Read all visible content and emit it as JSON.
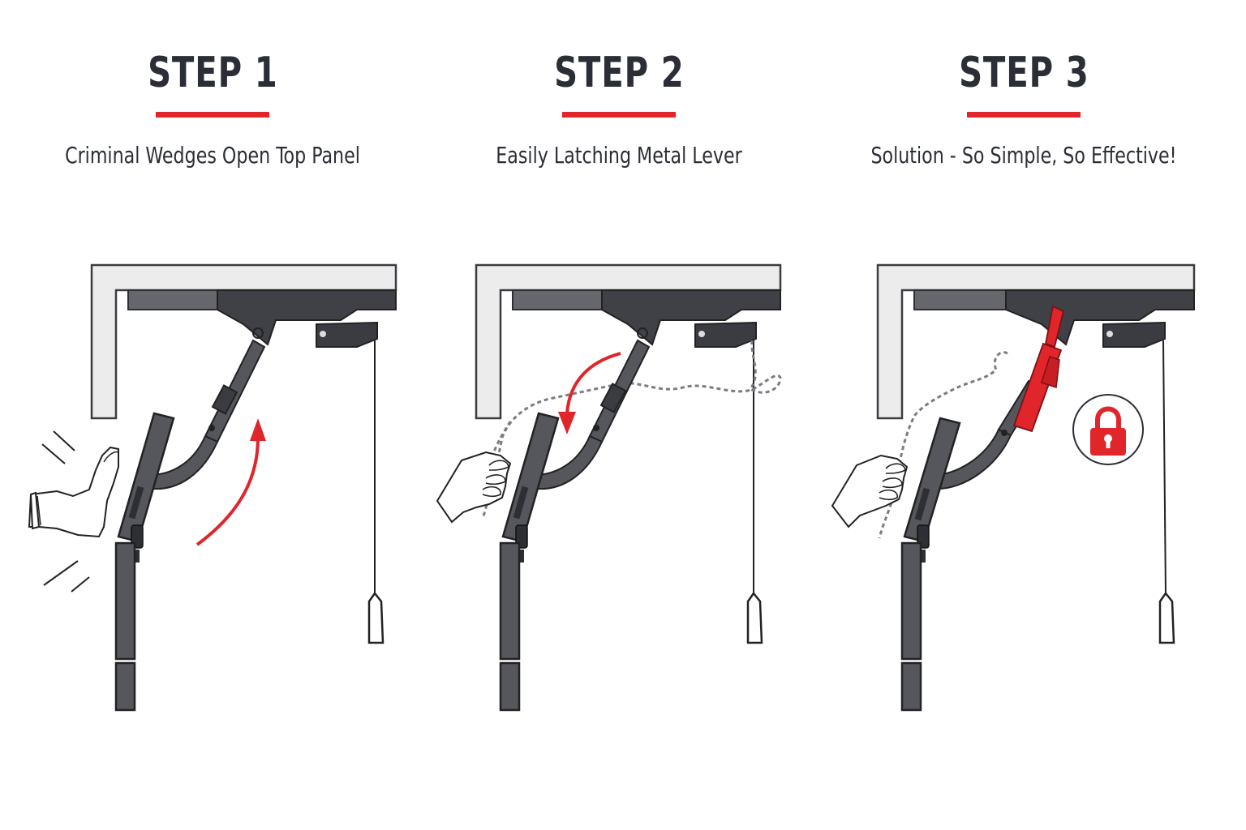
{
  "steps": [
    {
      "title": "STEP 1",
      "caption": "Criminal Wedges Open Top Panel"
    },
    {
      "title": "STEP 2",
      "caption": "Easily Latching Metal Lever"
    },
    {
      "title": "STEP 3",
      "caption": "Solution - So Simple, So Effective!"
    }
  ],
  "colors": {
    "accent": "#e0252b",
    "text": "#2b2e36",
    "metal": "#4d4f55",
    "bracket": "#3a3c42",
    "frame_fill": "#ececec",
    "frame_stroke": "#3a3c42"
  },
  "icons": [
    "kick-foot-icon",
    "hand-with-hook-icon",
    "padlock-icon"
  ]
}
